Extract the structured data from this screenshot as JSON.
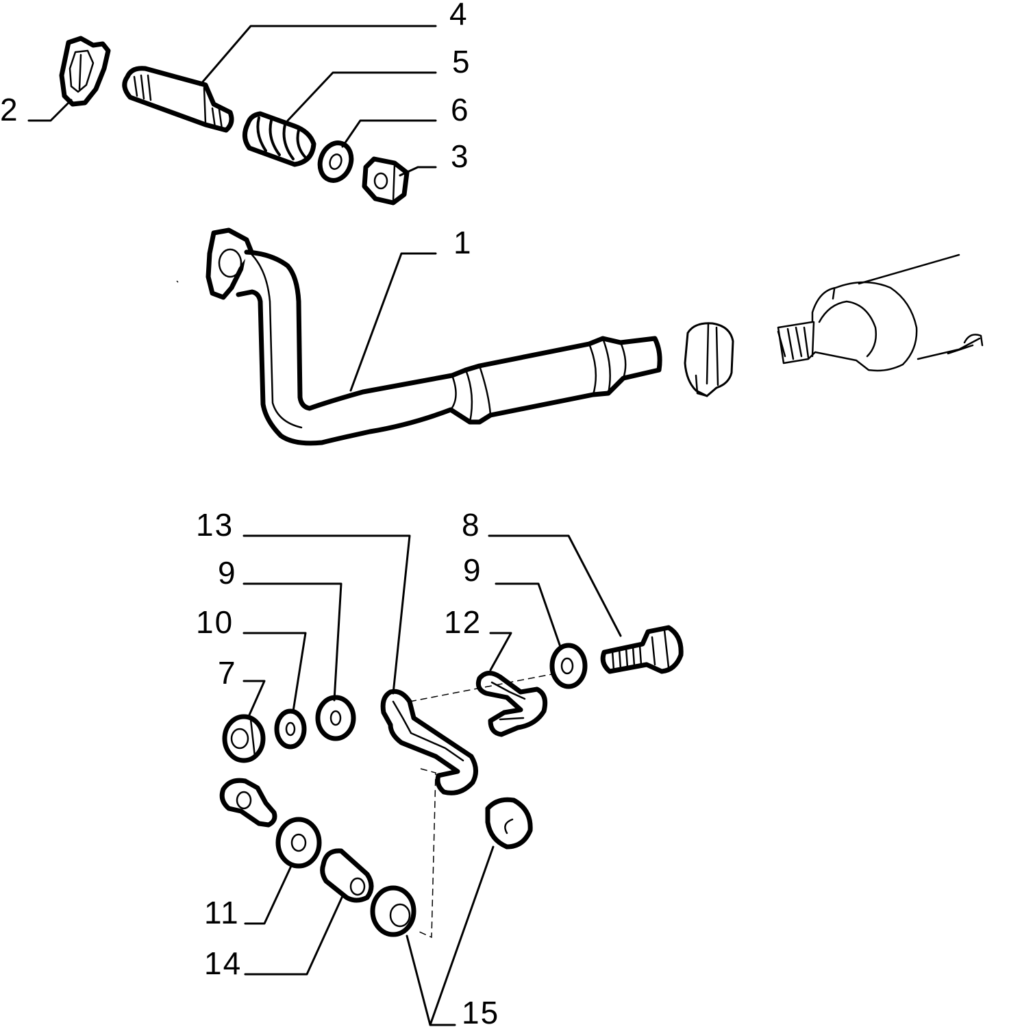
{
  "callouts": {
    "c1": "1",
    "c2": "2",
    "c3": "3",
    "c4": "4",
    "c5": "5",
    "c6": "6",
    "c7": "7",
    "c8": "8",
    "c9a": "9",
    "c9b": "9",
    "c10": "10",
    "c11": "11",
    "c12": "12",
    "c13": "13",
    "c14": "14",
    "c15": "15"
  },
  "colors": {
    "ink": "#000000",
    "paper": "#ffffff"
  }
}
